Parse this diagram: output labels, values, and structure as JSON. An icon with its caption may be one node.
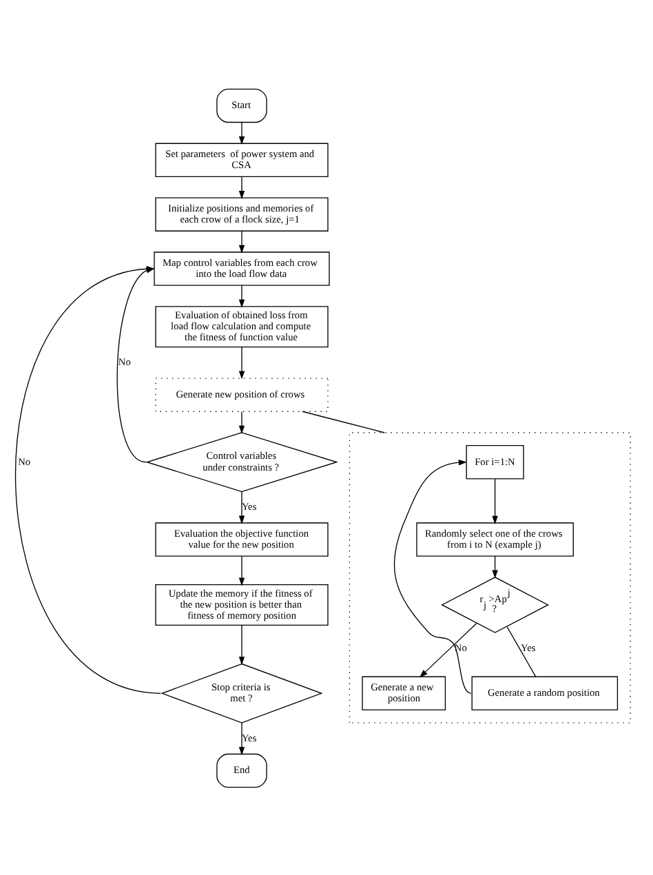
{
  "diagram": {
    "nodes": [
      {
        "text": [
          "Start"
        ]
      },
      {
        "text": [
          "Set parameters  of power system and CSA"
        ]
      },
      {
        "text": [
          "Initialize positions and memories of each crow of a flock size, j=1"
        ]
      },
      {
        "text": [
          "Map control variables from each crow into the load flow data"
        ]
      },
      {
        "text": [
          "Evaluation of obtained loss from load flow calculation and compute the fitness of function value"
        ]
      },
      {
        "text": [
          "Generate new position of crows"
        ]
      },
      {
        "text": [
          "Control variables under constraints ?"
        ]
      },
      {
        "text": [
          "Evaluation the objective function value for the new position"
        ]
      },
      {
        "text": [
          "Update the memory if the fitness of the new position is better than fitness of memory position"
        ]
      },
      {
        "text": [
          "Stop criteria is met ?"
        ]
      },
      {
        "text": [
          "End"
        ]
      },
      {
        "text": [],
        "shape": "box"
      },
      {
        "text": [
          "For i=1:N"
        ],
        "in": 11
      },
      {
        "text": [
          "Randomly select one of the crows from i to N (example j)"
        ],
        "in": 11
      },
      {
        "text": [
          "r$_{j}$ >Ap$^{j}$ ?"
        ],
        "in": 11
      },
      {
        "text": [
          "Generate a new position"
        ],
        "in": 11
      },
      {
        "text": [
          "Generate a random position"
        ],
        "in": 11
      }
    ],
    "edges": [
      {
        "from": 0,
        "to": 1,
        "arrow": "to"
      },
      {
        "from": 1,
        "to": 2,
        "arrow": "to"
      },
      {
        "from": 2,
        "to": 3,
        "arrow": "to"
      },
      {
        "from": 3,
        "to": 4,
        "arrow": "to"
      },
      {
        "from": 4,
        "to": 5,
        "arrow": "to"
      },
      {
        "from": 5,
        "to": 6,
        "arrow": "to"
      },
      {
        "from": 6,
        "to": 7,
        "label": "Yes",
        "arrow": "to"
      },
      {
        "from": 6,
        "to": 3,
        "label": "No",
        "arrow": "to"
      },
      {
        "from": 7,
        "to": 8,
        "arrow": "to"
      },
      {
        "from": 8,
        "to": 9,
        "arrow": "to"
      },
      {
        "from": 9,
        "to": 10,
        "label": "Yes",
        "arrow": "to"
      },
      {
        "from": 9,
        "to": 3,
        "label": "No",
        "arrow": "to"
      },
      {
        "from": 5,
        "to": 11,
        "arrow": "none"
      },
      {
        "from": 12,
        "to": 13,
        "arrow": "to"
      },
      {
        "from": 13,
        "to": 14,
        "arrow": "to"
      },
      {
        "from": 14,
        "to": 15,
        "label": "No",
        "arrow": "to"
      },
      {
        "from": 14,
        "to": 16,
        "label": "Yes",
        "arrow": "none"
      },
      {
        "from": 16,
        "to": 12,
        "arrow": "to"
      }
    ]
  }
}
